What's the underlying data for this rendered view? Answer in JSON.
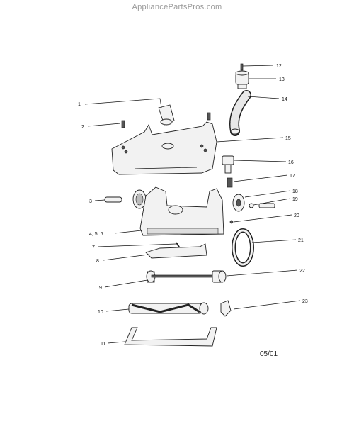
{
  "watermark": "AppliancePartsPros.com",
  "date_code": "05/01",
  "callouts": [
    {
      "id": "c1",
      "label": "1"
    },
    {
      "id": "c2",
      "label": "2"
    },
    {
      "id": "c3",
      "label": "3"
    },
    {
      "id": "c456",
      "label": "4, 5, 6"
    },
    {
      "id": "c7",
      "label": "7"
    },
    {
      "id": "c8",
      "label": "8"
    },
    {
      "id": "c9",
      "label": "9"
    },
    {
      "id": "c10",
      "label": "10"
    },
    {
      "id": "c11",
      "label": "11"
    },
    {
      "id": "c12",
      "label": "12"
    },
    {
      "id": "c13",
      "label": "13"
    },
    {
      "id": "c14",
      "label": "14"
    },
    {
      "id": "c15",
      "label": "15"
    },
    {
      "id": "c16",
      "label": "16"
    },
    {
      "id": "c17",
      "label": "17"
    },
    {
      "id": "c18",
      "label": "18"
    },
    {
      "id": "c19",
      "label": "19"
    },
    {
      "id": "c20",
      "label": "20"
    },
    {
      "id": "c21",
      "label": "21"
    },
    {
      "id": "c22",
      "label": "22"
    },
    {
      "id": "c23",
      "label": "23"
    }
  ]
}
